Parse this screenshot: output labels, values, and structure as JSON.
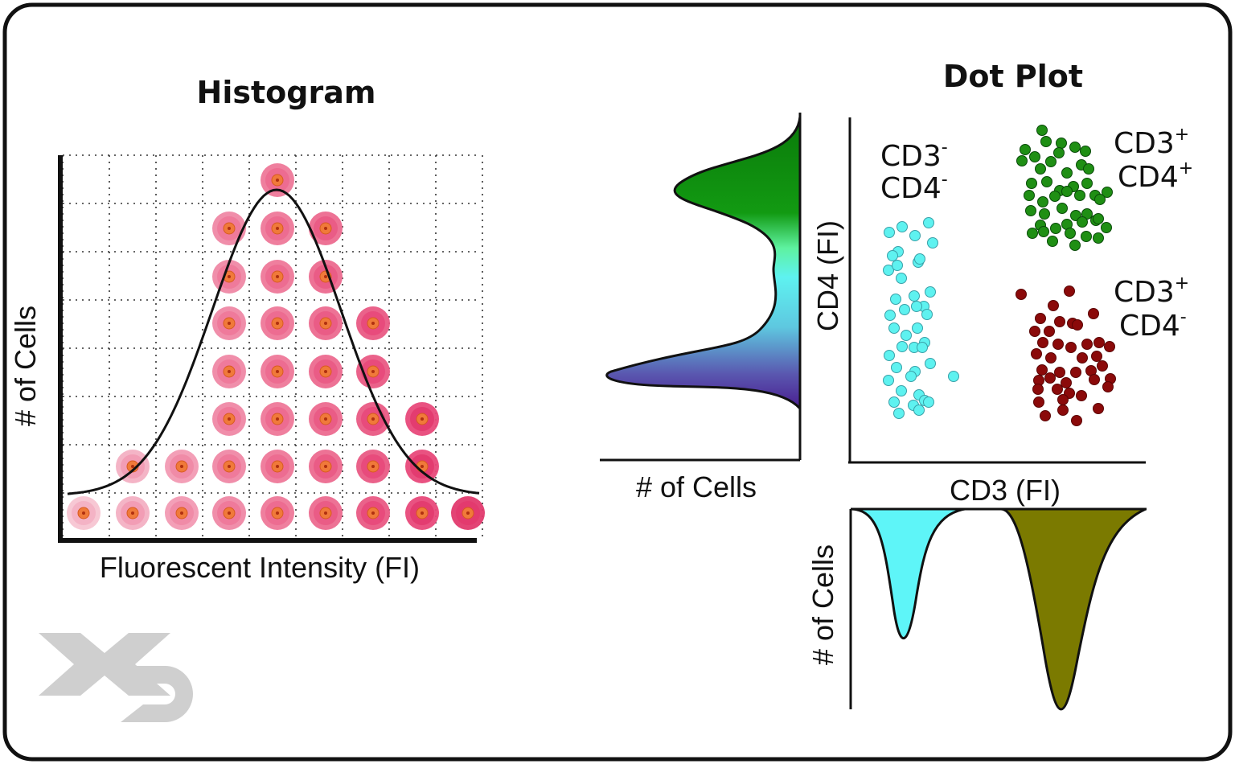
{
  "histogram": {
    "title": "Histogram",
    "x_label": "Fluorescent Intensity (FI)",
    "y_label": "# of Cells",
    "bin_counts": [
      1,
      2,
      2,
      7,
      8,
      7,
      5,
      3,
      1
    ]
  },
  "dot_plot": {
    "title": "Dot Plot",
    "x_label": "CD3 (FI)",
    "y_label": "CD4 (FI)",
    "quadrants": {
      "top_left": {
        "line1": "CD3",
        "sup1": "-",
        "line2": "CD4",
        "sup2": "-"
      },
      "top_right": {
        "line1": "CD3",
        "sup1": "+",
        "line2": "CD4",
        "sup2": "+"
      },
      "bottom_right": {
        "line1": "CD3",
        "sup1": "+",
        "line2": "CD4",
        "sup2": "-"
      }
    },
    "colors": {
      "cd3neg": "#5ef2f0",
      "cd3pos_cd4pos": "#1f8f14",
      "cd3pos_cd4neg": "#8b0a0a"
    }
  },
  "cd4_histogram": {
    "x_label": "# of Cells",
    "colors": [
      "#0a7a0a",
      "#5ef2f0",
      "#4b2a8f"
    ]
  },
  "cd3_histogram": {
    "y_label": "# of Cells",
    "colors": [
      "#5ef5f8",
      "#7b7a00"
    ]
  },
  "frame": {
    "border_color": "#111111"
  }
}
